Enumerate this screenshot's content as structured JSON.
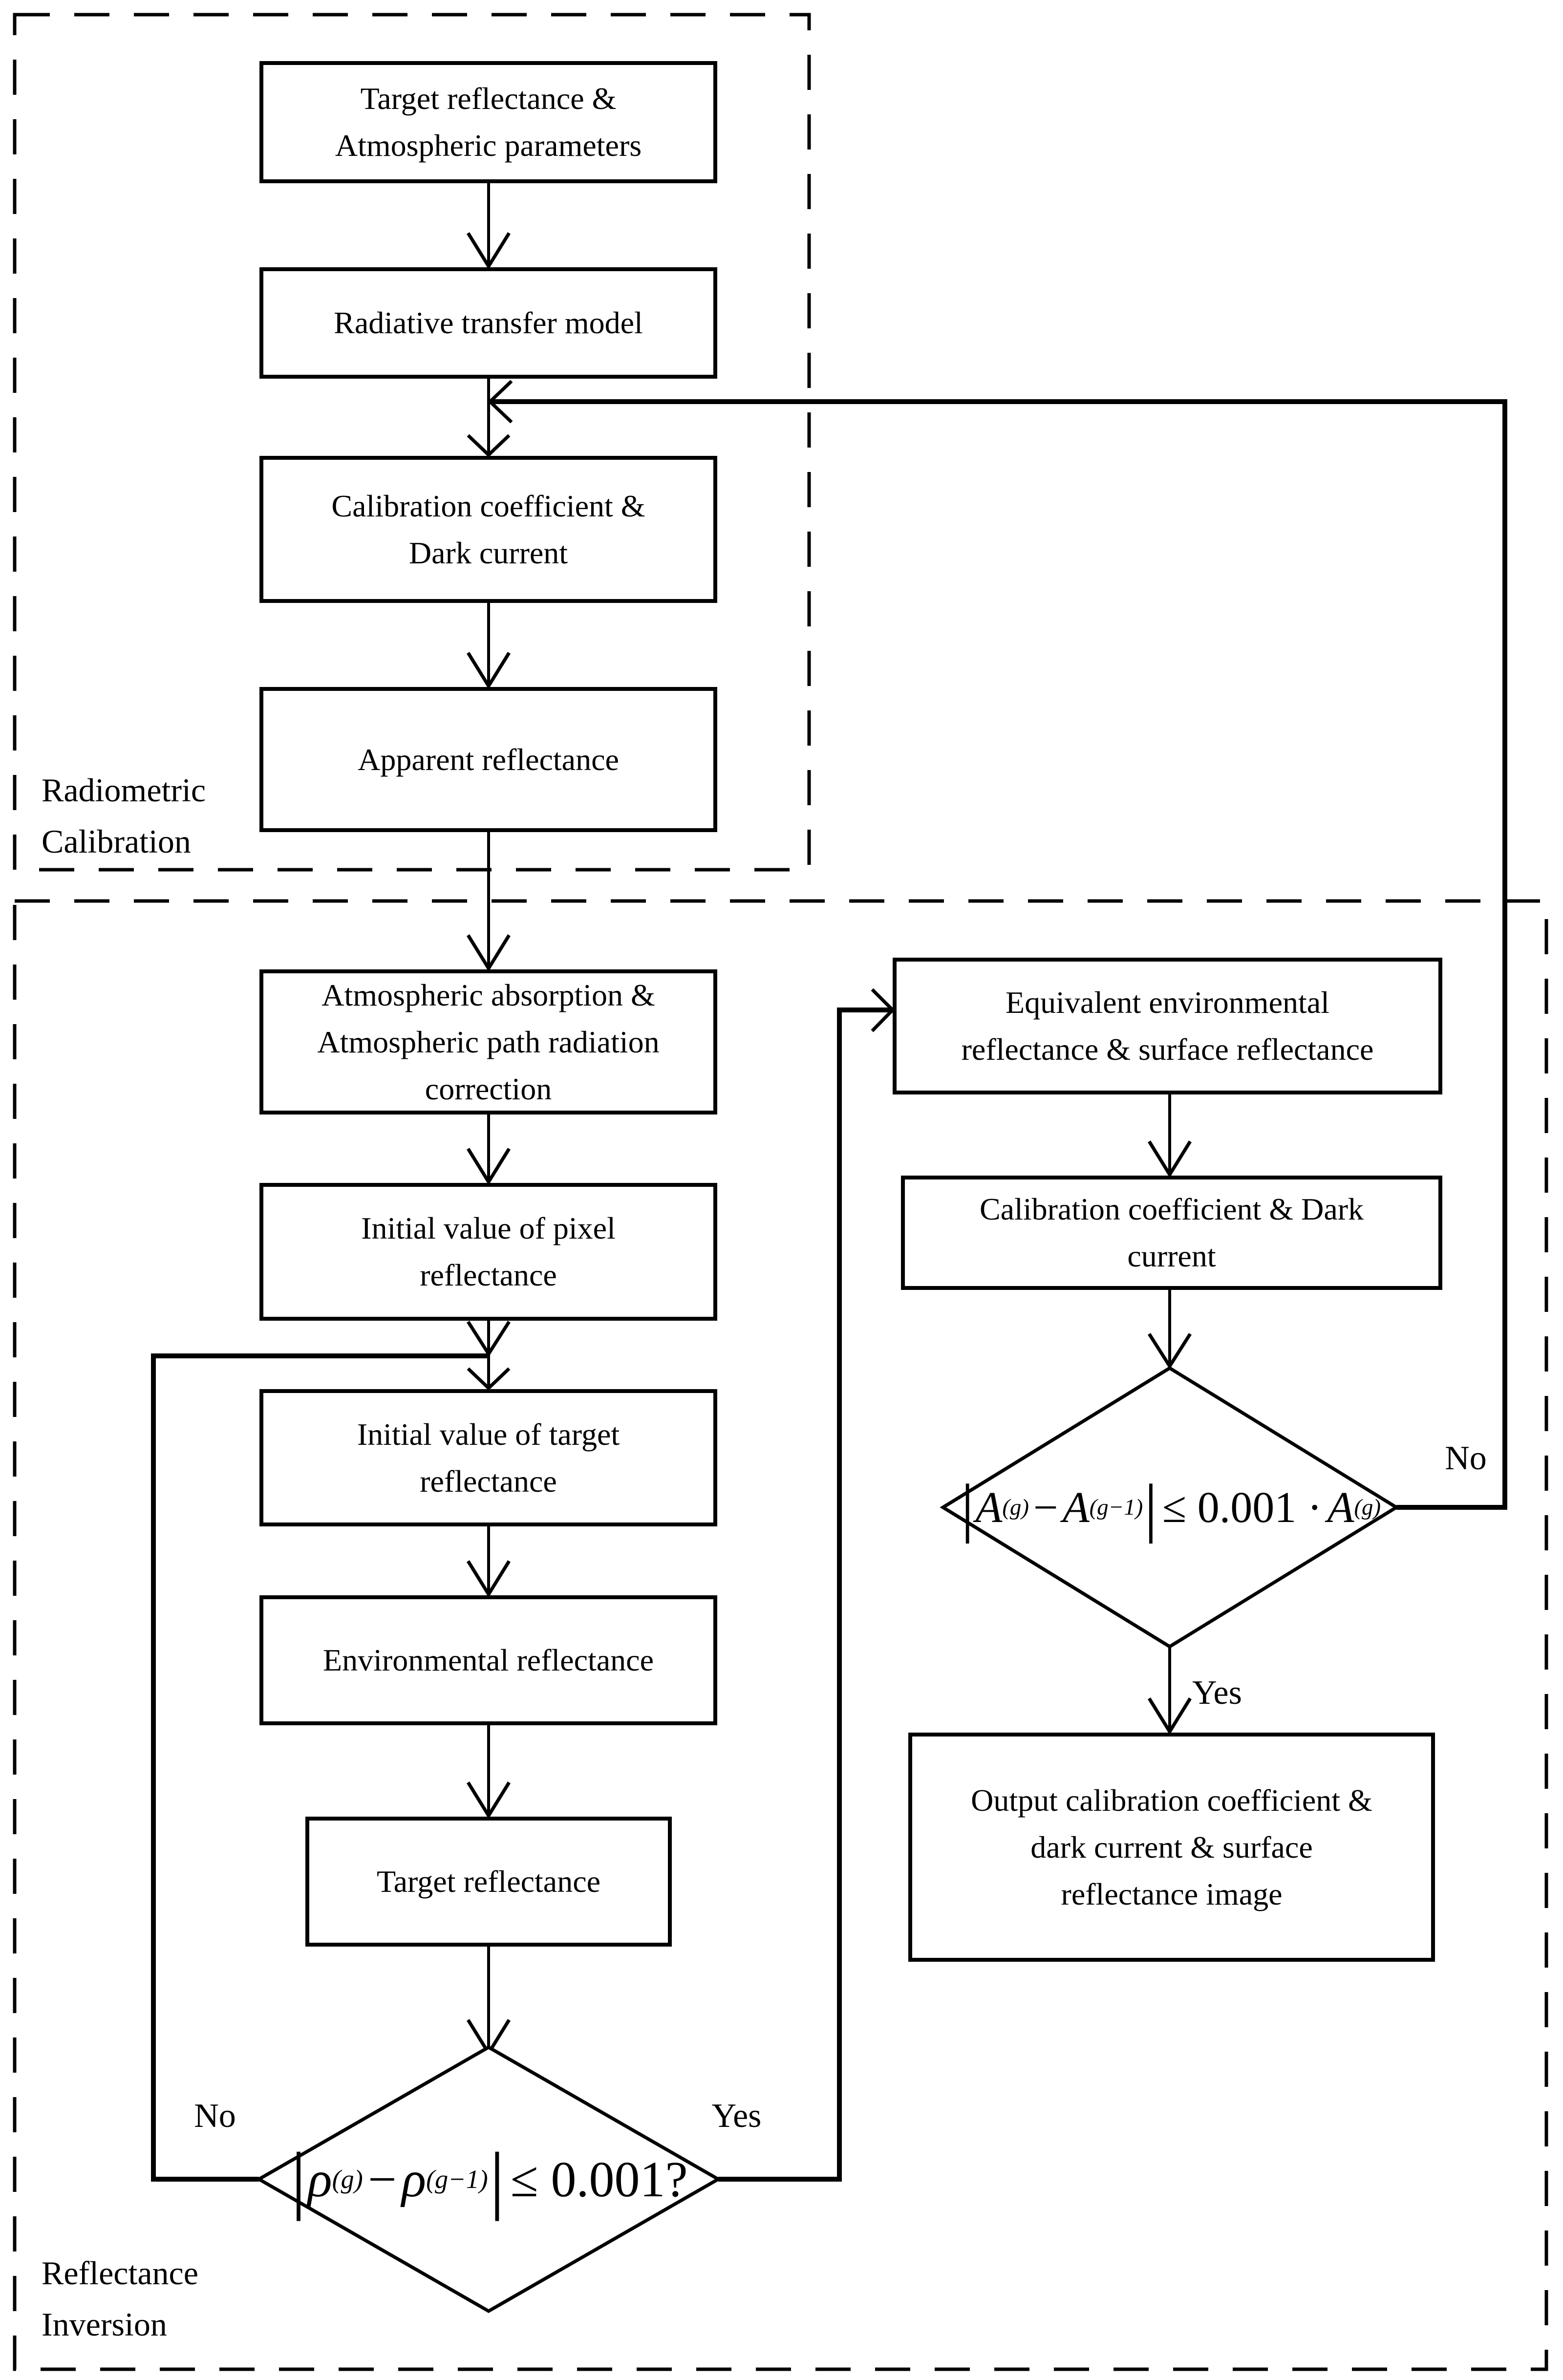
{
  "flowchart": {
    "regions": {
      "radiometric_label": "Radiometric\nCalibration",
      "inversion_label": "Reflectance\nInversion"
    },
    "boxes": {
      "b1": "Target reflectance &\nAtmospheric parameters",
      "b2": "Radiative transfer model",
      "b3": "Calibration coefficient &\nDark current",
      "b4": "Apparent reflectance",
      "b5": "Atmospheric absorption &\nAtmospheric path radiation\ncorrection",
      "b6": "Initial value of pixel\nreflectance",
      "b7": "Initial value of target\nreflectance",
      "b8": "Environmental reflectance",
      "b9": "Target reflectance",
      "ra": "Equivalent environmental\nreflectance & surface reflectance",
      "rb": "Calibration coefficient & Dark\ncurrent",
      "rc": "Output calibration coefficient &\ndark current & surface\nreflectance image"
    },
    "decision1": {
      "lbar": "|",
      "sym1": "ρ",
      "sup1": "(g)",
      "op": "−",
      "sym2": "ρ",
      "sup2": "(g−1)",
      "rbar": "|",
      "tail": "≤ 0.001?"
    },
    "decision2": {
      "lbar": "|",
      "sym1": "A",
      "sup1": "(g)",
      "op": "−",
      "sym2": "A",
      "sup2": "(g−1)",
      "rbar": "|",
      "tail": "≤ 0.001 ·",
      "sym3": "A",
      "sup3": "(g)"
    },
    "branch_labels": {
      "d1_no": "No",
      "d1_yes": "Yes",
      "d2_no": "No",
      "d2_yes": "Yes"
    }
  },
  "colors": {
    "ink": "#000000",
    "background": "#ffffff"
  }
}
